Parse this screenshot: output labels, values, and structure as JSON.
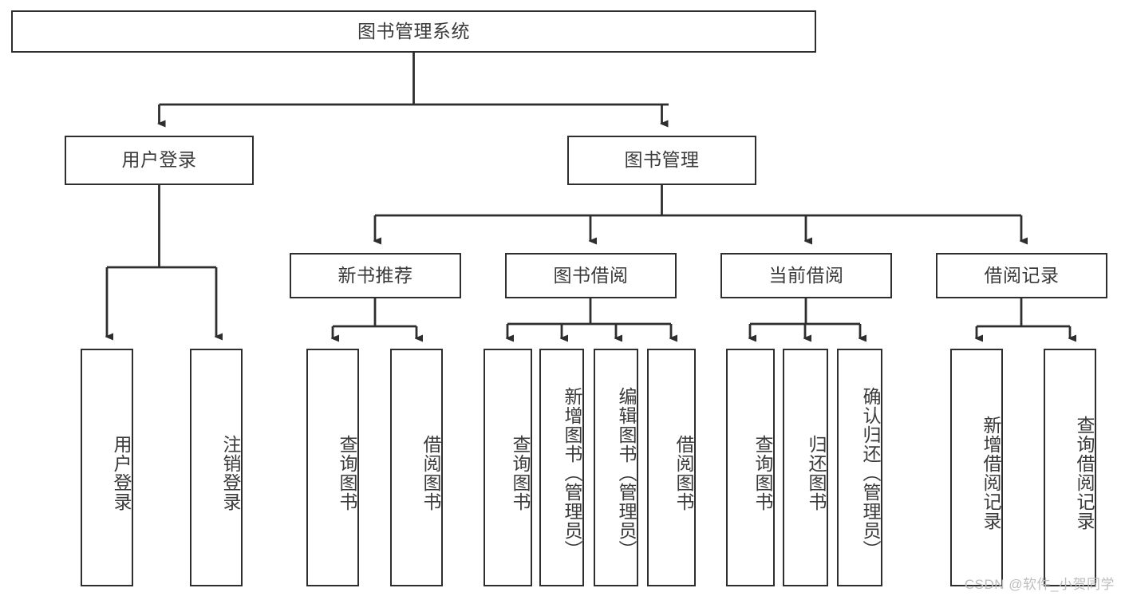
{
  "diagram": {
    "title": "图书管理系统",
    "type": "tree",
    "watermark": "CSDN @软件_小贺同学",
    "colors": {
      "stroke": "#2e2e2e",
      "text": "#3a3a3a",
      "background": "#ffffff",
      "watermark": "#bdbdbd"
    },
    "nodes": {
      "root": {
        "label": "图书管理系统",
        "level": 0,
        "orientation": "horizontal"
      },
      "user_login": {
        "label": "用户登录",
        "level": 1,
        "orientation": "horizontal"
      },
      "book_manage": {
        "label": "图书管理",
        "level": 1,
        "orientation": "horizontal"
      },
      "new_book_rec": {
        "label": "新书推荐",
        "level": 2,
        "orientation": "horizontal"
      },
      "book_borrow": {
        "label": "图书借阅",
        "level": 2,
        "orientation": "horizontal"
      },
      "current_borrow": {
        "label": "当前借阅",
        "level": 2,
        "orientation": "horizontal"
      },
      "borrow_record": {
        "label": "借阅记录",
        "level": 2,
        "orientation": "horizontal"
      },
      "leaf_user_login": {
        "label": "用户登录",
        "level": 3,
        "orientation": "vertical"
      },
      "leaf_logout": {
        "label": "注销登录",
        "level": 3,
        "orientation": "vertical"
      },
      "leaf_query_book_1": {
        "label": "查询图书",
        "level": 3,
        "orientation": "vertical"
      },
      "leaf_borrow_book_1": {
        "label": "借阅图书",
        "level": 3,
        "orientation": "vertical"
      },
      "leaf_query_book_2": {
        "label": "查询图书",
        "level": 3,
        "orientation": "vertical"
      },
      "leaf_add_book": {
        "label": "新增图书（管理员）",
        "level": 3,
        "orientation": "vertical"
      },
      "leaf_edit_book": {
        "label": "编辑图书（管理员）",
        "level": 3,
        "orientation": "vertical"
      },
      "leaf_borrow_book_2": {
        "label": "借阅图书",
        "level": 3,
        "orientation": "vertical"
      },
      "leaf_query_book_3": {
        "label": "查询图书",
        "level": 3,
        "orientation": "vertical"
      },
      "leaf_return_book": {
        "label": "归还图书",
        "level": 3,
        "orientation": "vertical"
      },
      "leaf_confirm_return": {
        "label": "确认归还（管理员）",
        "level": 3,
        "orientation": "vertical"
      },
      "leaf_add_record": {
        "label": "新增借阅记录",
        "level": 3,
        "orientation": "vertical"
      },
      "leaf_query_record": {
        "label": "查询借阅记录",
        "level": 3,
        "orientation": "vertical"
      }
    },
    "edges": [
      {
        "from": "root",
        "to": "user_login"
      },
      {
        "from": "root",
        "to": "book_manage"
      },
      {
        "from": "user_login",
        "to": "leaf_user_login"
      },
      {
        "from": "user_login",
        "to": "leaf_logout"
      },
      {
        "from": "book_manage",
        "to": "new_book_rec"
      },
      {
        "from": "book_manage",
        "to": "book_borrow"
      },
      {
        "from": "book_manage",
        "to": "current_borrow"
      },
      {
        "from": "book_manage",
        "to": "borrow_record"
      },
      {
        "from": "new_book_rec",
        "to": "leaf_query_book_1"
      },
      {
        "from": "new_book_rec",
        "to": "leaf_borrow_book_1"
      },
      {
        "from": "book_borrow",
        "to": "leaf_query_book_2"
      },
      {
        "from": "book_borrow",
        "to": "leaf_add_book"
      },
      {
        "from": "book_borrow",
        "to": "leaf_edit_book"
      },
      {
        "from": "book_borrow",
        "to": "leaf_borrow_book_2"
      },
      {
        "from": "current_borrow",
        "to": "leaf_query_book_3"
      },
      {
        "from": "current_borrow",
        "to": "leaf_return_book"
      },
      {
        "from": "current_borrow",
        "to": "leaf_confirm_return"
      },
      {
        "from": "borrow_record",
        "to": "leaf_add_record"
      },
      {
        "from": "borrow_record",
        "to": "leaf_query_record"
      }
    ]
  }
}
